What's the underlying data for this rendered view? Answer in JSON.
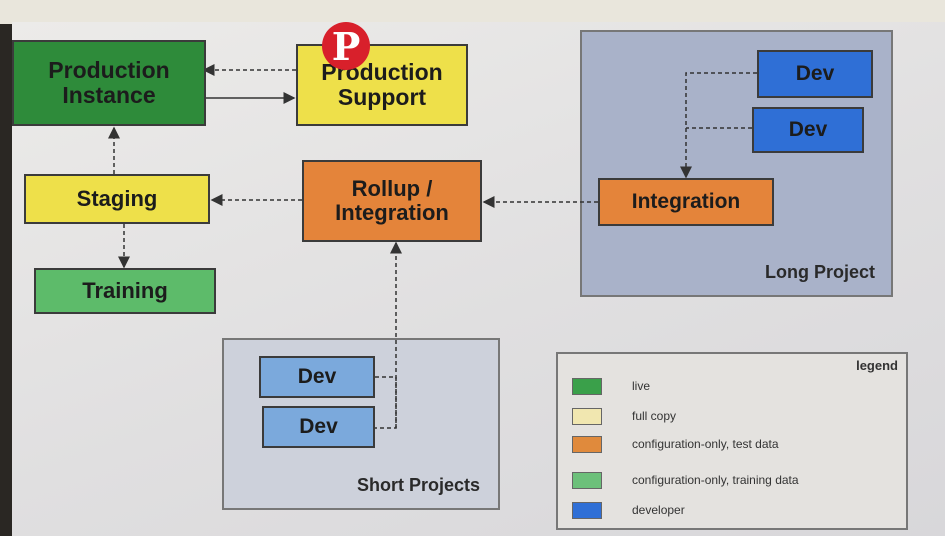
{
  "nodes": {
    "production_instance": "Production\nInstance",
    "production_support": "Production\nSupport",
    "staging": "Staging",
    "training": "Training",
    "rollup_integration": "Rollup /\nIntegration",
    "integration": "Integration",
    "long_dev_1": "Dev",
    "long_dev_2": "Dev",
    "short_dev_1": "Dev",
    "short_dev_2": "Dev"
  },
  "groups": {
    "long_project": "Long Project",
    "short_projects": "Short Projects"
  },
  "legend": {
    "title": "legend",
    "items": [
      {
        "label": "live",
        "color": "#3aa04a"
      },
      {
        "label": "full copy",
        "color": "#f1e7b0"
      },
      {
        "label": "configuration-only, test data",
        "color": "#e08a3c"
      },
      {
        "label": "configuration-only, training data",
        "color": "#6cc07a"
      },
      {
        "label": "developer",
        "color": "#2f6fd6"
      }
    ]
  },
  "colors": {
    "live": "#2e8b3a",
    "full_copy": "#eee04a",
    "test": "#e4843a",
    "training": "#5dbb6a",
    "developer": "#2f6fd6",
    "short_dev": "#7ba9dc",
    "long_group": "#a9b2c9",
    "short_group": "#cdd1db"
  },
  "badge": {
    "icon": "pinterest-logo-icon",
    "glyph": "P"
  }
}
